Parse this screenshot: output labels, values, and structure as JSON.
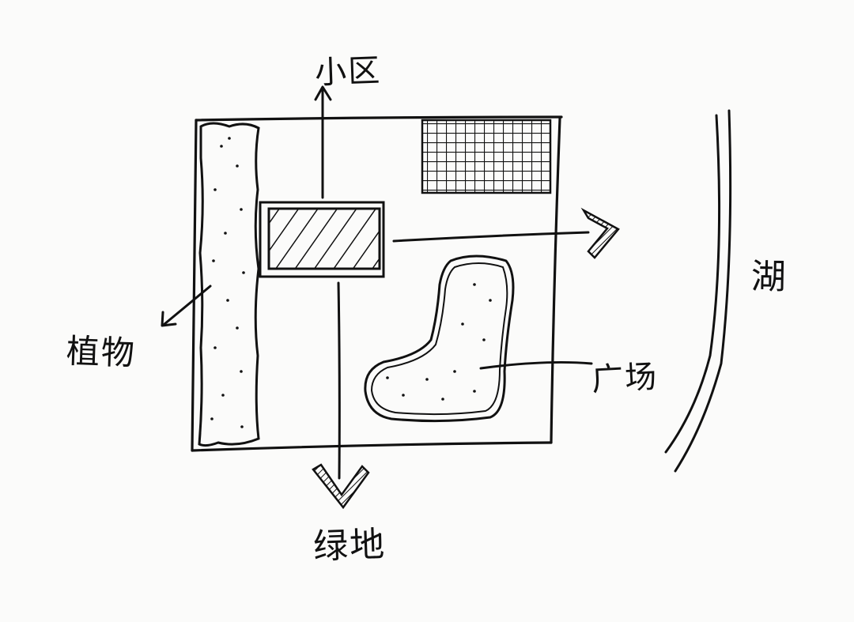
{
  "labels": {
    "residential": "小区",
    "plants": "植物",
    "plaza": "广场",
    "green_space": "绿地",
    "lake": "湖"
  },
  "colors": {
    "ink": "#111111",
    "paper": "#fbfbfa"
  }
}
